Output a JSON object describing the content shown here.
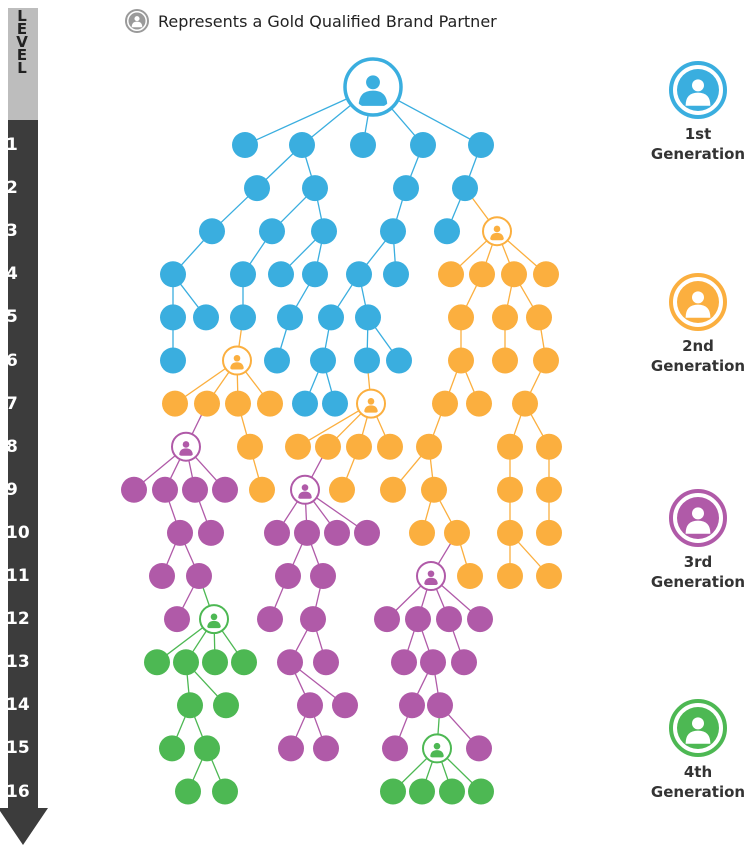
{
  "colors": {
    "gen1": "#3aaedf",
    "gen2": "#fbaf3f",
    "gen3": "#b05aa8",
    "gen4": "#4db853",
    "legend_grey": "#9a9a9a",
    "level_bar": "#3c3c3c",
    "level_header": "#bdbdbd"
  },
  "legend": {
    "icon": "person-icon",
    "text": "Represents a Gold Qualified Brand Partner"
  },
  "level_header": [
    "L",
    "E",
    "V",
    "E",
    "L"
  ],
  "levels": [
    "1",
    "2",
    "3",
    "4",
    "5",
    "6",
    "7",
    "8",
    "9",
    "10",
    "11",
    "12",
    "13",
    "14",
    "15",
    "16"
  ],
  "generations": [
    {
      "ordinal": "1st",
      "label": "Generation",
      "color_key": "gen1"
    },
    {
      "ordinal": "2nd",
      "label": "Generation",
      "color_key": "gen2"
    },
    {
      "ordinal": "3rd",
      "label": "Generation",
      "color_key": "gen3"
    },
    {
      "ordinal": "4th",
      "label": "Generation",
      "color_key": "gen4"
    }
  ]
}
